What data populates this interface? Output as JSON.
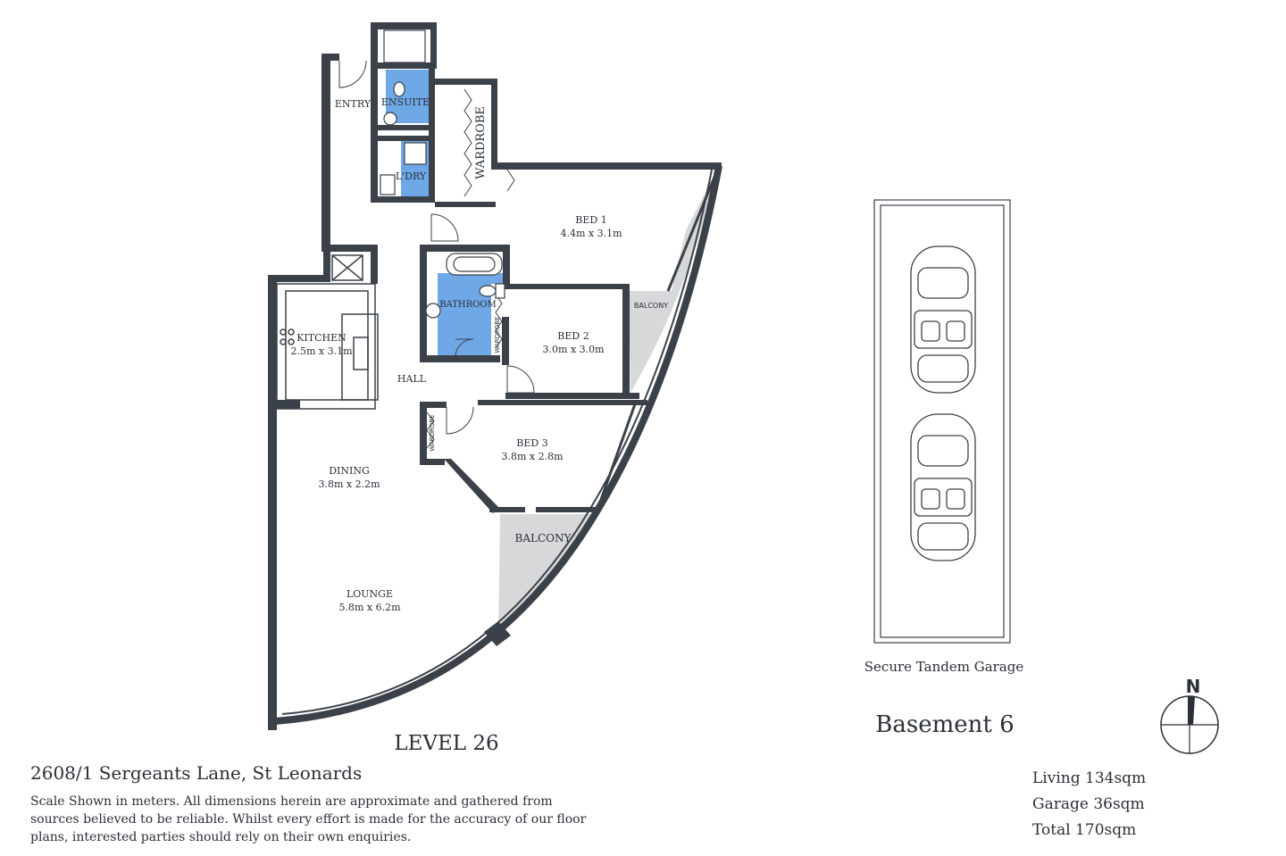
{
  "floor_plan": {
    "level_title": "LEVEL 26",
    "rooms": {
      "entry": {
        "name": "ENTRY"
      },
      "ensuite": {
        "name": "ENSUITE"
      },
      "laundry": {
        "name": "L'DRY"
      },
      "wardrobe_main": {
        "name": "WARDROBE"
      },
      "bed1": {
        "name": "BED 1",
        "dims": "4.4m x 3.1m"
      },
      "bathroom": {
        "name": "BATHROOM"
      },
      "bed2": {
        "name": "BED 2",
        "dims": "3.0m x 3.0m"
      },
      "wardrobe_bed2": {
        "name": "WARDROBE"
      },
      "balcony_small": {
        "name": "BALCONY"
      },
      "kitchen": {
        "name": "KITCHEN",
        "dims": "2.5m x 3.1m"
      },
      "hall": {
        "name": "HALL"
      },
      "wardrobe_bed3": {
        "name": "WARDROBE"
      },
      "bed3": {
        "name": "BED 3",
        "dims": "3.8m x 2.8m"
      },
      "dining": {
        "name": "DINING",
        "dims": "3.8m x 2.2m"
      },
      "balcony_large": {
        "name": "BALCONY"
      },
      "lounge": {
        "name": "LOUNGE",
        "dims": "5.8m x 6.2m"
      }
    }
  },
  "garage": {
    "caption": "Secure Tandem Garage",
    "title": "Basement 6"
  },
  "compass": {
    "label": "N"
  },
  "footer": {
    "address": "2608/1 Sergeants Lane, St Leonards",
    "disclaimer": "Scale Shown in meters. All dimensions herein are approximate and gathered from sources believed to be reliable. Whilst every effort is made for the accuracy of our floor plans, interested parties should rely on their own enquiries.",
    "areas": {
      "living": "Living 134sqm",
      "garage": "Garage 36sqm",
      "total": "Total 170sqm"
    }
  },
  "colors": {
    "wall": "#3b4149",
    "wet_area": "#6fa8e6",
    "balcony": "#d7d8d9"
  }
}
